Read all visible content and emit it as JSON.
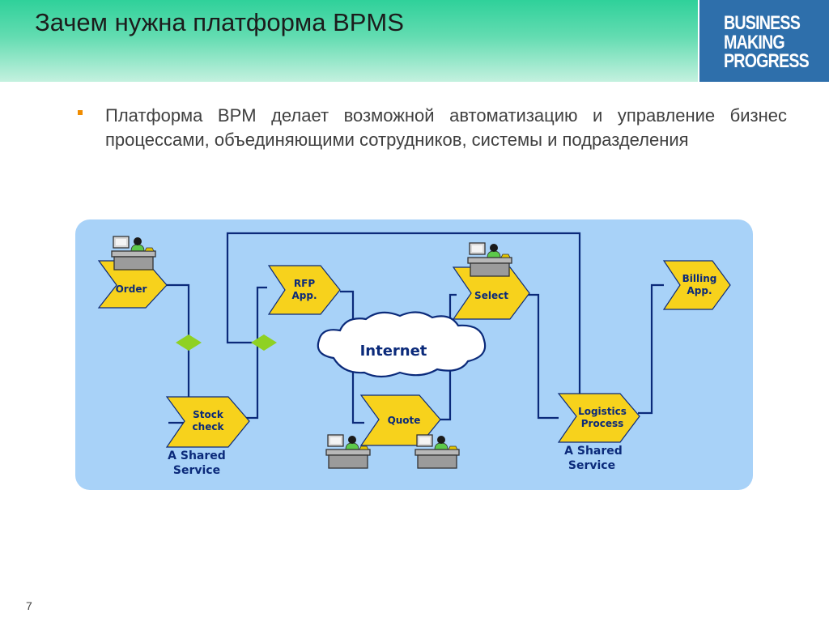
{
  "slide": {
    "title": "Зачем нужна платформа BPMS",
    "logo": {
      "line1": "BUSINESS",
      "line2": "MAKING",
      "line3": "PROGRESS"
    },
    "bullet": "Платформа BPM делает возможной автоматизацию и управление бизнес процессами, объединяющими сотрудников, системы и подразделения",
    "page_number": "7"
  },
  "diagram": {
    "nodes": {
      "order": [
        "Order"
      ],
      "stock_check": [
        "Stock",
        "check"
      ],
      "rfp_app": [
        "RFP",
        "App."
      ],
      "select": [
        "Select"
      ],
      "quote": [
        "Quote"
      ],
      "logistics": [
        "Logistics",
        "Process"
      ],
      "billing": [
        "Billing",
        "App."
      ]
    },
    "cloud_label": "Internet",
    "shared_service_left": [
      "A Shared",
      "Service"
    ],
    "shared_service_right": [
      "A Shared",
      "Service"
    ]
  },
  "colors": {
    "header_green": "#2fd19a",
    "logo_blue": "#2e6fab",
    "panel_blue": "#a8d2f8",
    "node_yellow": "#f7d21c",
    "connector_navy": "#0b2a7a",
    "diamond_green": "#8fd123",
    "bullet_orange": "#f08c00"
  },
  "icons": [
    "user-at-desk-icon",
    "internet-cloud-icon",
    "diamond-connector-icon"
  ]
}
